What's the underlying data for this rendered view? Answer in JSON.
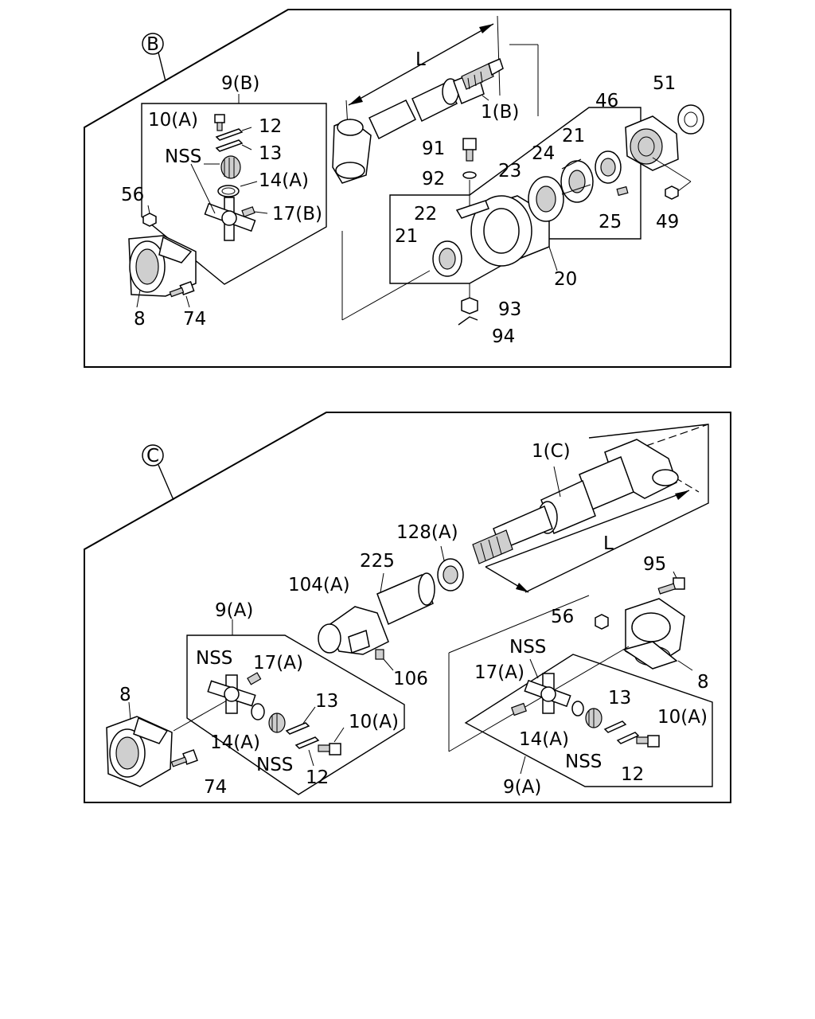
{
  "section_b": {
    "marker": "B",
    "labels": {
      "p9b": "9(B)",
      "p10a": "10(A)",
      "p12": "12",
      "p13": "13",
      "nss": "NSS",
      "p14a": "14(A)",
      "p17b": "17(B)",
      "p56": "56",
      "p8": "8",
      "p74": "74",
      "L": "L",
      "p1b": "1(B)",
      "p91": "91",
      "p92": "92",
      "p22": "22",
      "p21a": "21",
      "p23": "23",
      "p24": "24",
      "p21b": "21",
      "p46": "46",
      "p51": "51",
      "p25": "25",
      "p49": "49",
      "p20": "20",
      "p93": "93",
      "p94": "94"
    }
  },
  "section_c": {
    "marker": "C",
    "labels": {
      "p1c": "1(C)",
      "L": "L",
      "p128a": "128(A)",
      "p225": "225",
      "p104a": "104(A)",
      "p106": "106",
      "p9a_left": "9(A)",
      "nss_left_top": "NSS",
      "p17a_left": "17(A)",
      "p8_left": "8",
      "p14a_left": "14(A)",
      "nss_left_bottom": "NSS",
      "p13_left": "13",
      "p10a_left": "10(A)",
      "p12_left": "12",
      "p74": "74",
      "p95": "95",
      "p56": "56",
      "nss_right_top": "NSS",
      "p17a_right": "17(A)",
      "p8_right": "8",
      "p13_right": "13",
      "p10a_right": "10(A)",
      "p14a_right": "14(A)",
      "nss_right_bottom": "NSS",
      "p12_right": "12",
      "p9a_right": "9(A)"
    }
  }
}
